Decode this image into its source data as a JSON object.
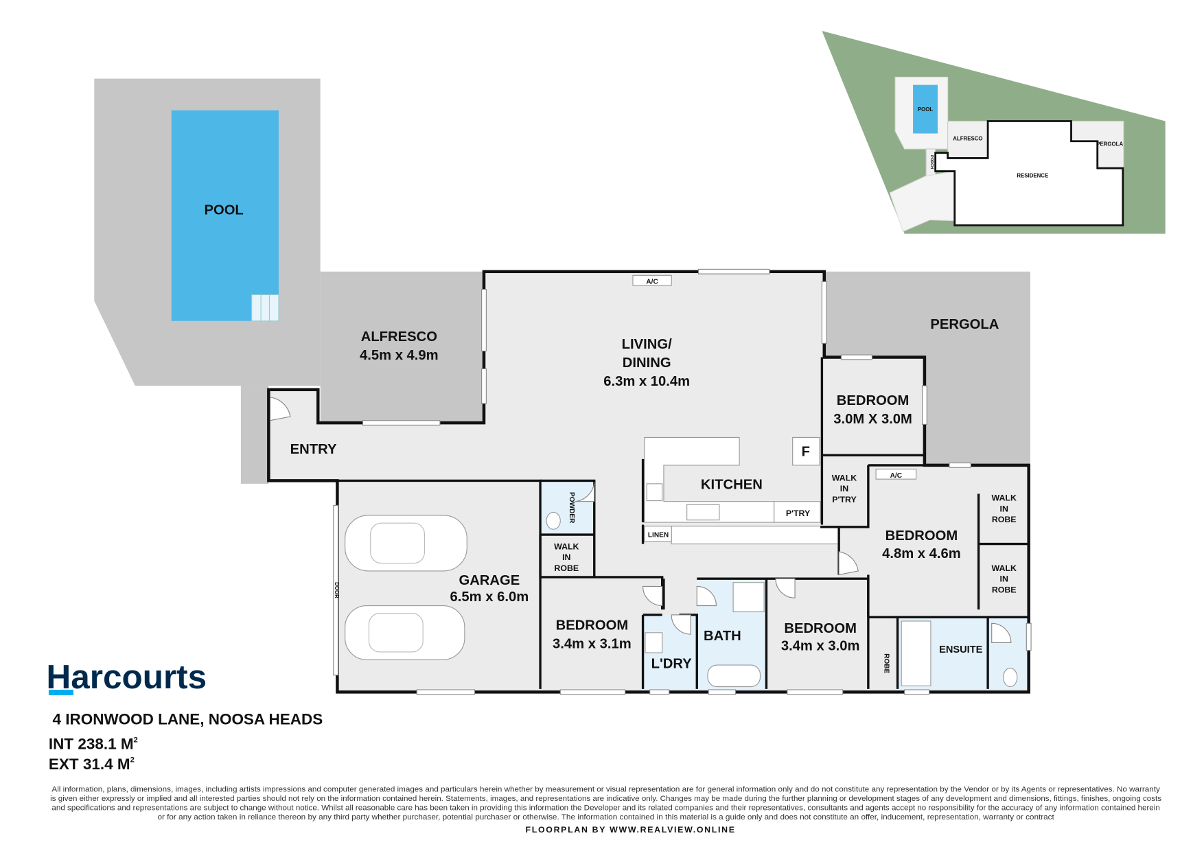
{
  "plan": {
    "pool": "POOL",
    "alfresco": "ALFRESCO",
    "alfresco_size": "4.5m x 4.9m",
    "living_1": "LIVING/",
    "living_2": "DINING",
    "living_size": "6.3m x 10.4m",
    "pergola": "PERGOLA",
    "entry": "ENTRY",
    "ac_1": "A/C",
    "ac_2": "A/C",
    "bed2": "BEDROOM",
    "bed2_size": "3.0M X 3.0M",
    "fridge": "F",
    "kitchen": "KITCHEN",
    "pantry": "P'TRY",
    "wip_1": "WALK",
    "wip_2": "IN",
    "wip_3": "P'TRY",
    "linen": "LINEN",
    "powder": "POWDER",
    "wir_1": "WALK",
    "wir_2": "IN",
    "wir_3": "ROBE",
    "garage": "GARAGE",
    "garage_size": "6.5m x 6.0m",
    "garage_door": "DOOR",
    "master": "BEDROOM",
    "master_size": "4.8m x 4.6m",
    "mwir_a1": "WALK",
    "mwir_a2": "IN",
    "mwir_a3": "ROBE",
    "mwir_b1": "WALK",
    "mwir_b2": "IN",
    "mwir_b3": "ROBE",
    "bed3": "BEDROOM",
    "bed3_size": "3.4m x 3.1m",
    "laundry": "L'DRY",
    "bath": "BATH",
    "bed4": "BEDROOM",
    "bed4_size": "3.4m x 3.0m",
    "robe": "ROBE",
    "ensuite": "ENSUITE"
  },
  "site_plan": {
    "pool": "POOL",
    "alfresco": "ALFRESCO",
    "porch": "PORCH",
    "pergola": "PERGOLA",
    "residence": "RESIDENCE"
  },
  "brand": {
    "name": "Harcourts",
    "color": "#002a4d",
    "accent": "#00aeef"
  },
  "property": {
    "address": "4 IRONWOOD LANE, NOOSA HEADS",
    "int_area": "INT 238.1 M",
    "ext_area": "EXT 31.4 M",
    "unit_sup": "2"
  },
  "disclaimer": [
    "All information, plans, dimensions, images, including artists impressions and computer generated images and particulars herein whether by measurement or visual representation are for general information only and do not constitute any representation by the Vendor or by its Agents or representatives. No warranty",
    "is given either expressly or implied and all interested parties should not rely on the information contained herein. Statements, images, and representations are indicative only. Changes may be made during the further planning or development stages of any development and dimensions, fittings, finishes, ongoing costs",
    "and specifications and representations are subject to change without notice. Whilst all reasonable care has been taken in providing this information the Developer and its related companies and their representatives, consultants and agents accept no responsibility for the accuracy of any information contained herein",
    "or for any action taken in reliance thereon by any third party whether purchaser, potential purchaser or otherwise. The information contained in this material is a guide only and does not constitute an offer, inducement, representation, warranty or contract"
  ],
  "credit": "FLOORPLAN BY WWW.REALVIEW.ONLINE"
}
